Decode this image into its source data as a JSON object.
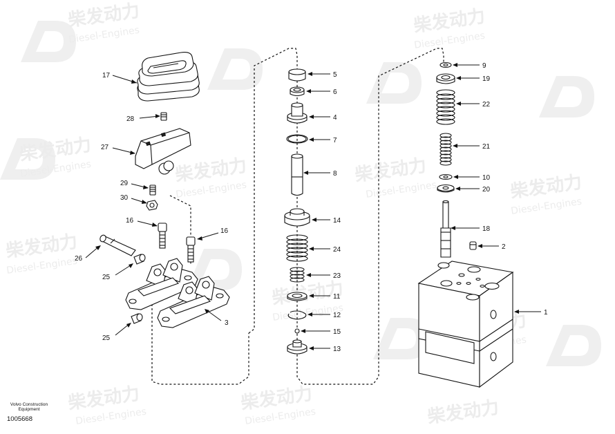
{
  "footer": {
    "line1": "Volvo Construction",
    "line2": "Equipment",
    "part_number": "1005668"
  },
  "watermark": {
    "chinese": "柴发动力",
    "english": "Diesel-Engines"
  },
  "callouts": {
    "c17": "17",
    "c28": "28",
    "c27": "27",
    "c29": "29",
    "c30": "30",
    "c16a": "16",
    "c16b": "16",
    "c26": "26",
    "c25a": "25",
    "c25b": "25",
    "c3": "3",
    "c5": "5",
    "c6": "6",
    "c4": "4",
    "c7": "7",
    "c8": "8",
    "c14": "14",
    "c24": "24",
    "c23": "23",
    "c11": "11",
    "c12": "12",
    "c15": "15",
    "c13": "13",
    "c9": "9",
    "c19": "19",
    "c22": "22",
    "c21": "21",
    "c10": "10",
    "c20": "20",
    "c18": "18",
    "c2": "2",
    "c1": "1"
  },
  "colors": {
    "line": "#111111",
    "watermark": "#ececec"
  }
}
